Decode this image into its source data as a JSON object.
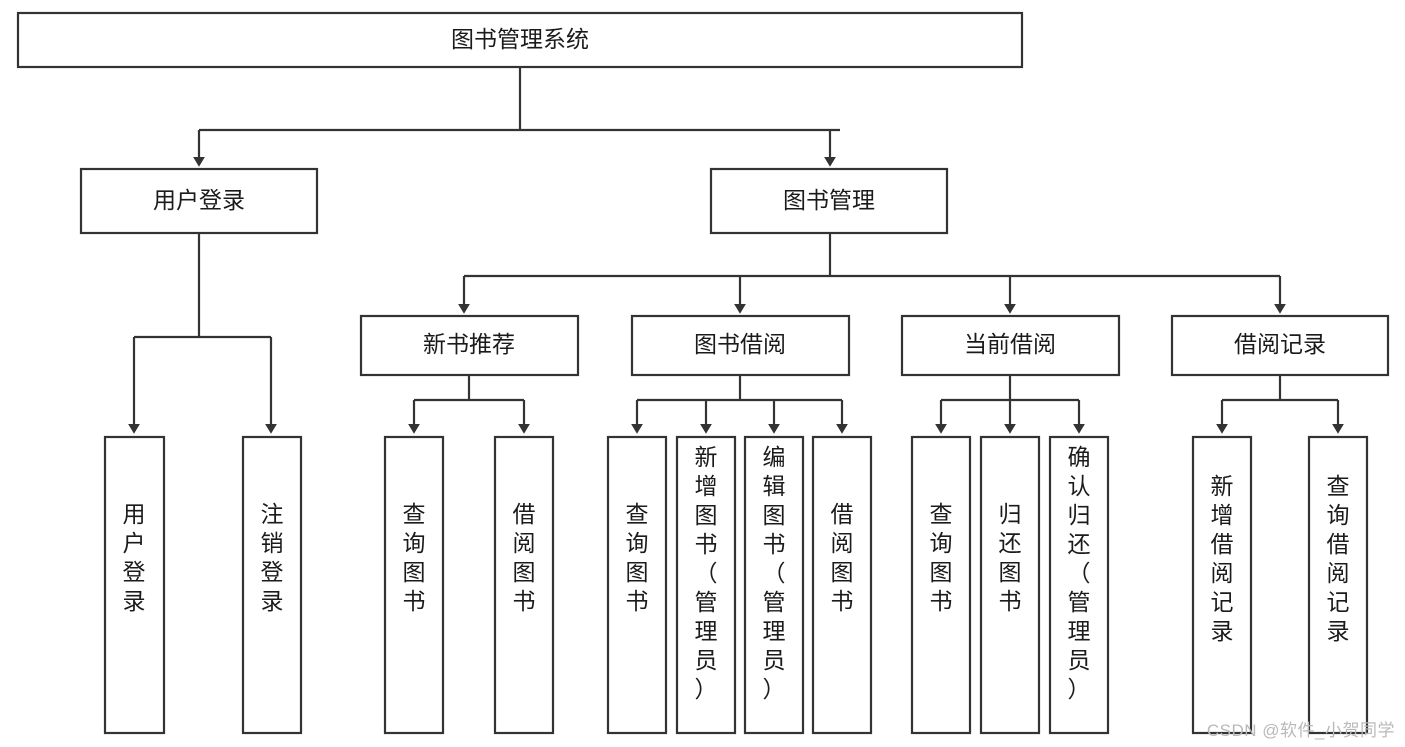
{
  "diagram": {
    "title": "图书管理系统",
    "type": "tree-hierarchy",
    "watermark": "CSDN @软件_小贺同学",
    "colors": {
      "background": "#ffffff",
      "stroke": "#333333",
      "text": "#1b1b1b",
      "watermark": "#b9b9b9"
    },
    "levels": {
      "root": "图书管理系统",
      "level2": [
        "用户登录",
        "图书管理"
      ],
      "level3": [
        "新书推荐",
        "图书借阅",
        "当前借阅",
        "借阅记录"
      ],
      "leaves": [
        "用户登录",
        "注销登录",
        "查询图书",
        "借阅图书",
        "查询图书",
        "新增图书（管理员）",
        "编辑图书（管理员）",
        "借阅图书",
        "查询图书",
        "归还图书",
        "确认归还（管理员）",
        "新增借阅记录",
        "查询借阅记录"
      ]
    },
    "nodes": {
      "root": {
        "label": "图书管理系统"
      },
      "user_login": {
        "label": "用户登录"
      },
      "book_manage": {
        "label": "图书管理"
      },
      "new_book_rec": {
        "label": "新书推荐"
      },
      "book_borrow": {
        "label": "图书借阅"
      },
      "current_borrow": {
        "label": "当前借阅"
      },
      "borrow_record": {
        "label": "借阅记录"
      },
      "leaf_user_login": {
        "lines": [
          "用",
          "户",
          "登",
          "录"
        ]
      },
      "leaf_logout": {
        "lines": [
          "注",
          "销",
          "登",
          "录"
        ]
      },
      "leaf_query_book_1": {
        "lines": [
          "查",
          "询",
          "图",
          "书"
        ]
      },
      "leaf_borrow_book_1": {
        "lines": [
          "借",
          "阅",
          "图",
          "书"
        ]
      },
      "leaf_query_book_2": {
        "lines": [
          "查",
          "询",
          "图",
          "书"
        ]
      },
      "leaf_add_book": {
        "lines": [
          "新",
          "增",
          "图",
          "书",
          "（",
          "管",
          "理",
          "员",
          "）"
        ]
      },
      "leaf_edit_book": {
        "lines": [
          "编",
          "辑",
          "图",
          "书",
          "（",
          "管",
          "理",
          "员",
          "）"
        ]
      },
      "leaf_borrow_book_2": {
        "lines": [
          "借",
          "阅",
          "图",
          "书"
        ]
      },
      "leaf_query_book_3": {
        "lines": [
          "查",
          "询",
          "图",
          "书"
        ]
      },
      "leaf_return_book": {
        "lines": [
          "归",
          "还",
          "图",
          "书"
        ]
      },
      "leaf_confirm_return": {
        "lines": [
          "确",
          "认",
          "归",
          "还",
          "（",
          "管",
          "理",
          "员",
          "）"
        ]
      },
      "leaf_add_record": {
        "lines": [
          "新",
          "增",
          "借",
          "阅",
          "记",
          "录"
        ]
      },
      "leaf_query_record": {
        "lines": [
          "查",
          "询",
          "借",
          "阅",
          "记",
          "录"
        ]
      }
    }
  }
}
